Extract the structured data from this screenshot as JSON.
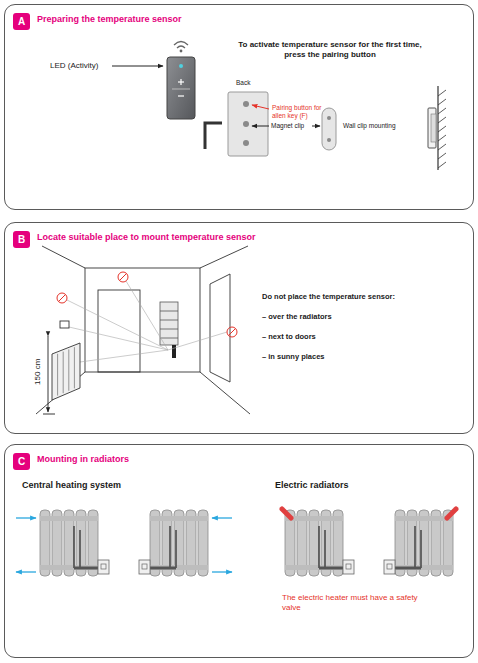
{
  "diagram": {
    "nodes": [
      {
        "text": [
          "Preparing the temperature sensor"
        ]
      },
      {
        "text": [
          "A"
        ],
        "in": 0
      },
      {
        "text": [
          "Locate suitable place to mount temperature sensor"
        ]
      },
      {
        "text": [
          "B"
        ],
        "in": 2
      },
      {
        "text": [
          "Mounting in radiators"
        ]
      },
      {
        "text": [
          "C"
        ],
        "in": 4
      }
    ],
    "labels": [
      "LED (Activity)",
      "Back",
      "To activate temperature sensor for the first time, press the pairing button",
      "Pairing button for allen key (F)",
      "Magnet clip",
      "Wall clip mounting",
      "150 cm",
      "Do not place the temperature sensor:",
      "– over the radiators",
      "– next to doors",
      "– in sunny places",
      "Central heating system",
      "Electric radiators",
      "The electric heater must have a safety valve"
    ]
  }
}
